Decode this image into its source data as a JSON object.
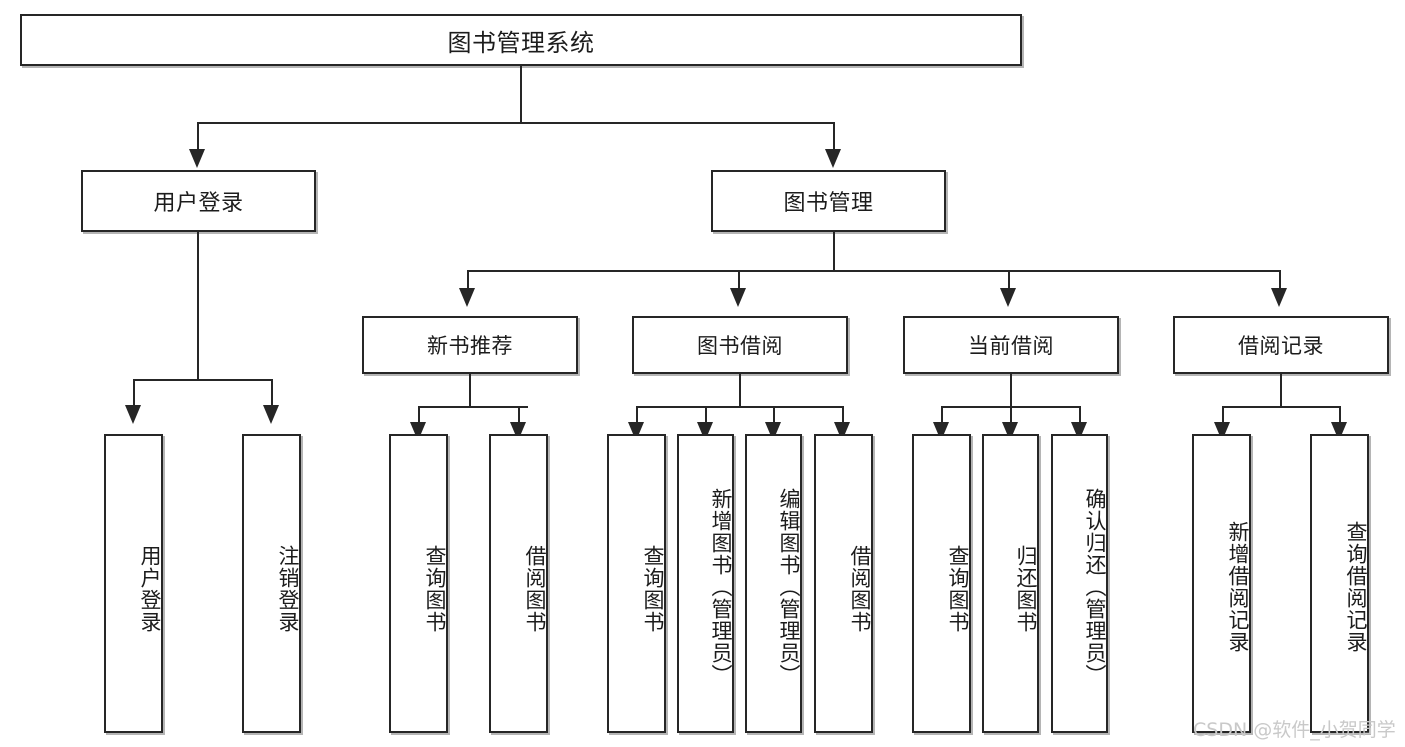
{
  "diagram": {
    "type": "tree-hierarchy-chart",
    "title": "图书管理系统",
    "root": {
      "label": "图书管理系统"
    },
    "level2": [
      {
        "label": "用户登录"
      },
      {
        "label": "图书管理"
      }
    ],
    "level3": [
      {
        "label": "新书推荐"
      },
      {
        "label": "图书借阅"
      },
      {
        "label": "当前借阅"
      },
      {
        "label": "借阅记录"
      }
    ],
    "leaves": {
      "user_login": [
        {
          "label": "用户登录"
        },
        {
          "label": "注销登录"
        }
      ],
      "new_book_recommend": [
        {
          "label": "查询图书"
        },
        {
          "label": "借阅图书"
        }
      ],
      "book_borrow": [
        {
          "label": "查询图书"
        },
        {
          "label": "新增图书（管理员）"
        },
        {
          "label": "编辑图书（管理员）"
        },
        {
          "label": "借阅图书"
        }
      ],
      "current_borrow": [
        {
          "label": "查询图书"
        },
        {
          "label": "归还图书"
        },
        {
          "label": "确认归还（管理员）"
        }
      ],
      "borrow_record": [
        {
          "label": "新增借阅记录"
        },
        {
          "label": "查询借阅记录"
        }
      ]
    }
  },
  "watermark": {
    "text": "CSDN @软件_小贺同学"
  },
  "colors": {
    "stroke": "#262626",
    "text": "#1c1c1c",
    "background": "#ffffff",
    "shadow": "#787878",
    "watermark": "#c9c9c9"
  }
}
